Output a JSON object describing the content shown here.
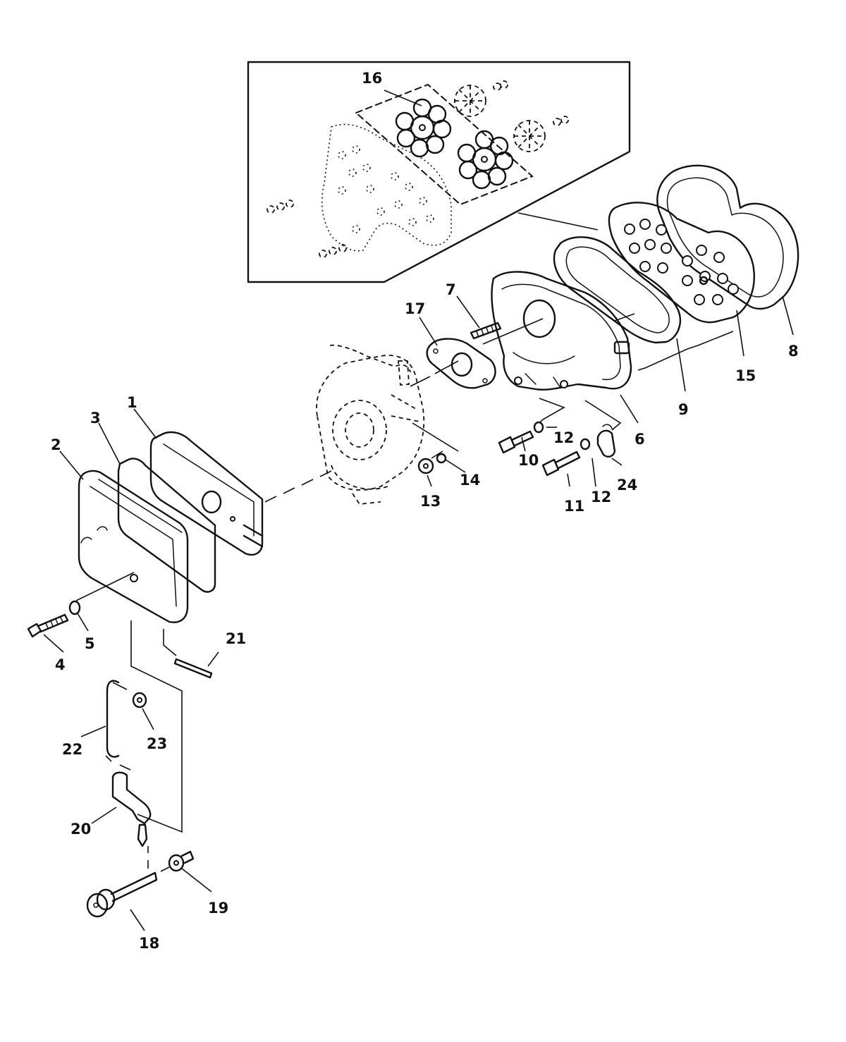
{
  "callouts": {
    "c1": "1",
    "c2": "2",
    "c3": "3",
    "c4": "4",
    "c5": "5",
    "c6": "6",
    "c7": "7",
    "c8": "8",
    "c9": "9",
    "c10": "10",
    "c11": "11",
    "c12a": "12",
    "c12b": "12",
    "c13": "13",
    "c14": "14",
    "c15": "15",
    "c16": "16",
    "c17": "17",
    "c18": "18",
    "c19": "19",
    "c20": "20",
    "c21": "21",
    "c22": "22",
    "c23": "23",
    "c24": "24"
  }
}
